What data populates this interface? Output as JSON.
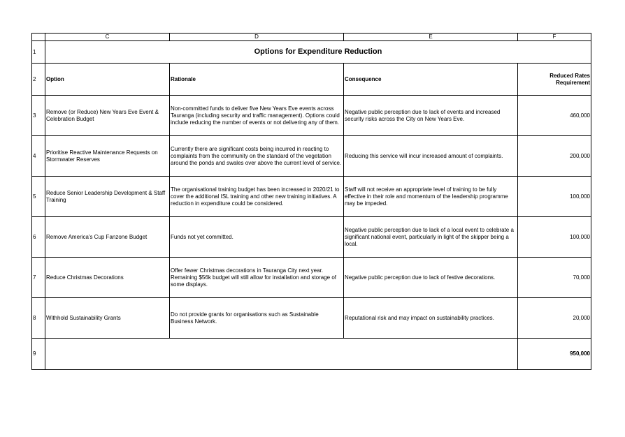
{
  "columns": [
    "C",
    "D",
    "E",
    "F"
  ],
  "title": "Options for Expenditure Reduction",
  "headers": {
    "option": "Option",
    "rationale": "Rationale",
    "consequence": "Consequence",
    "reduced_line1": "Reduced Rates",
    "reduced_line2": "Requirement"
  },
  "row_numbers": [
    "1",
    "2",
    "3",
    "4",
    "5",
    "6",
    "7",
    "8",
    "9"
  ],
  "rows": [
    {
      "option": "Remove (or Reduce) New Years Eve Event & Celebration Budget",
      "rationale": "Non-committed funds to deliver five New Years Eve events across Tauranga (including security and traffic management). Options could include reducing the number of events or not delivering any of them.",
      "consequence": "Negative public perception due to lack of events and increased security risks across the City on New Years Eve.",
      "amount": "460,000"
    },
    {
      "option": "Prioritise Reactive Maintenance Requests on Stormwater Reserves",
      "rationale": "Currently there are significant costs being incurred in reacting to complaints from the community on the standard of the vegetation around the ponds and swales over above the current level of service.",
      "consequence": "Reducing this service will incur increased amount of complaints.",
      "amount": "200,000"
    },
    {
      "option": "Reduce Senior Leadership Development & Staff Training",
      "rationale": "The  organisational training budget has been increased in 2020/21 to cover the additional ISL training and other new training initiatives.   A reduction in expenditure could be considered.",
      "consequence": "Staff will not receive an appropriate level of training to be fully effective in their role and momentum of the leadership programme may be impeded.",
      "amount": "100,000"
    },
    {
      "option": "Remove America's Cup Fanzone Budget",
      "rationale": "Funds not yet committed.",
      "consequence": "Negative public perception due to lack of a local event to celebrate a significant national event, particularly in light of the skipper being a local.",
      "amount": "100,000"
    },
    {
      "option": "Reduce Christmas Decorations",
      "rationale": "Offer fewer Christmas decorations in Tauranga City next year. Remaining $56k budget will still allow for installation and storage of some displays.",
      "consequence": "Negative public perception due to lack of festive decorations.",
      "amount": "70,000"
    },
    {
      "option": "Withhold Sustainability Grants",
      "rationale": "Do not provide grants for organisations such as Sustainable Business Network.",
      "consequence": "Reputational risk and may impact on sustainability practices.",
      "amount": "20,000"
    }
  ],
  "total": "950,000"
}
